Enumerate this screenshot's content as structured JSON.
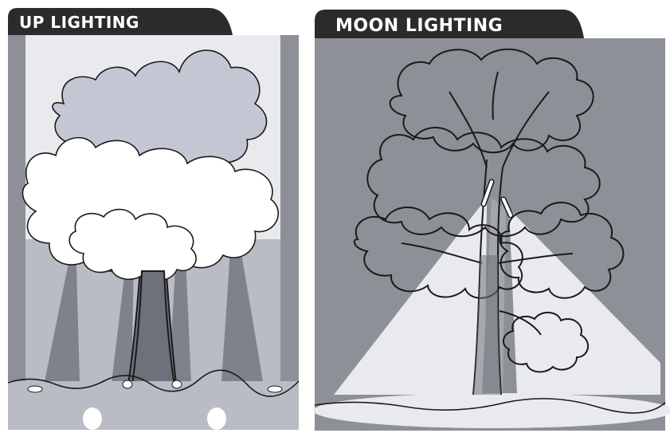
{
  "panels": [
    {
      "title": "UP LIGHTING",
      "technique": "up-lighting"
    },
    {
      "title": "MOON LIGHTING",
      "technique": "moon-lighting"
    }
  ],
  "colors": {
    "tab": "#2b2b2b",
    "background_light": "#e9eaee",
    "background_dark": "#8d9097",
    "beam": "#ffffff",
    "foliage_tint": "#c4c7d3",
    "trunk_shadow": "#6e7179",
    "outline": "#1a1a1a"
  }
}
